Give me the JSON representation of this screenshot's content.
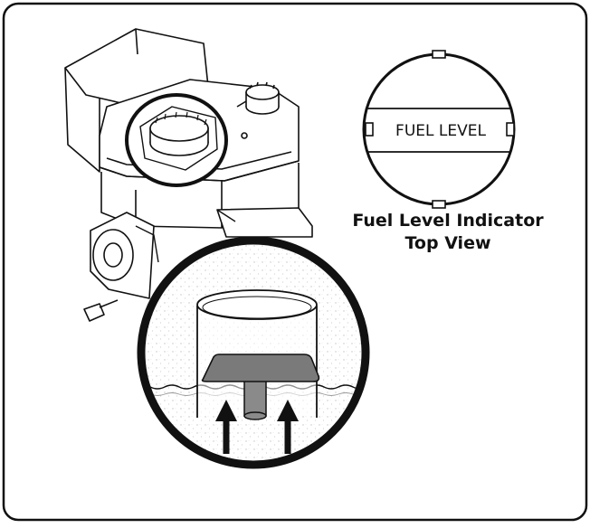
{
  "indicator_label": "FUEL LEVEL",
  "caption_line1": "Fuel Level Indicator",
  "caption_line2": "Top View",
  "colors": {
    "line": "#111111",
    "float": "#7a7a7a",
    "stipple": "#c8c8c8"
  }
}
